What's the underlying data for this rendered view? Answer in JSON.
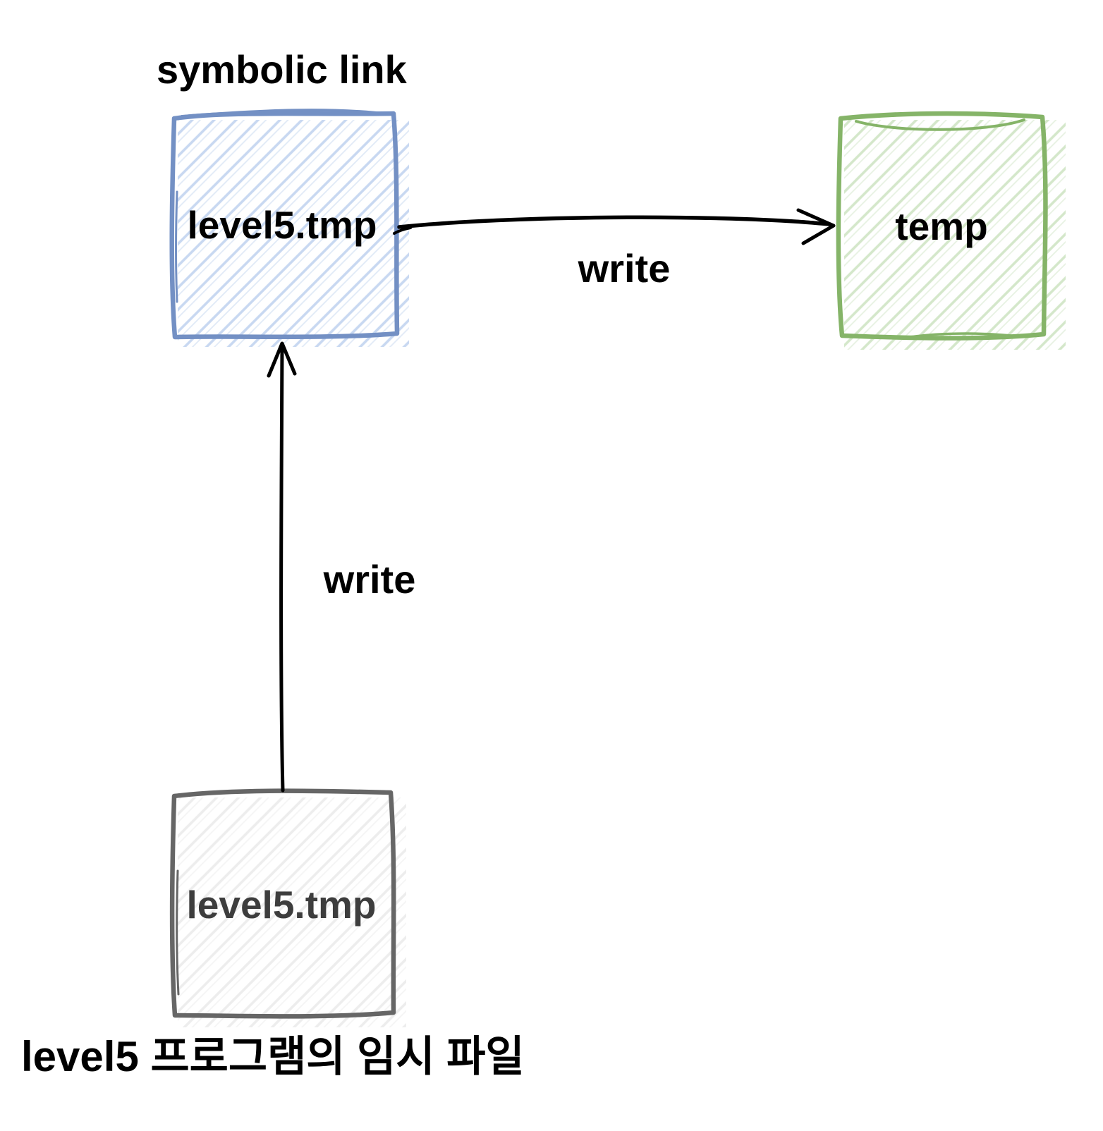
{
  "diagram": {
    "title": "symbolic link",
    "caption": "level5 프로그램의 임시 파일",
    "background_color": "#ffffff",
    "text_color": "#000000",
    "nodes": [
      {
        "id": "symlink-file",
        "label": "level5.tmp",
        "annotation": "symbolic link",
        "border_color": "#7390c4",
        "hatch_color": "#c8d8f1",
        "label_color": "#000000"
      },
      {
        "id": "temp-file",
        "label": "temp",
        "annotation": "",
        "border_color": "#85b468",
        "hatch_color": "#d4e7ca",
        "label_color": "#000000"
      },
      {
        "id": "level5-temp-file",
        "label": "level5.tmp",
        "annotation": "level5 프로그램의 임시 파일",
        "border_color": "#666666",
        "hatch_color": "#ededed",
        "label_color": "#3d3d3d"
      }
    ],
    "edges": [
      {
        "id": "write-to-temp",
        "label": "write",
        "from": "symlink-file",
        "to": "temp-file",
        "direction": "left-to-right",
        "color": "#000000"
      },
      {
        "id": "write-to-symlink",
        "label": "write",
        "from": "level5-temp-file",
        "to": "symlink-file",
        "direction": "bottom-to-top",
        "color": "#000000"
      }
    ]
  }
}
